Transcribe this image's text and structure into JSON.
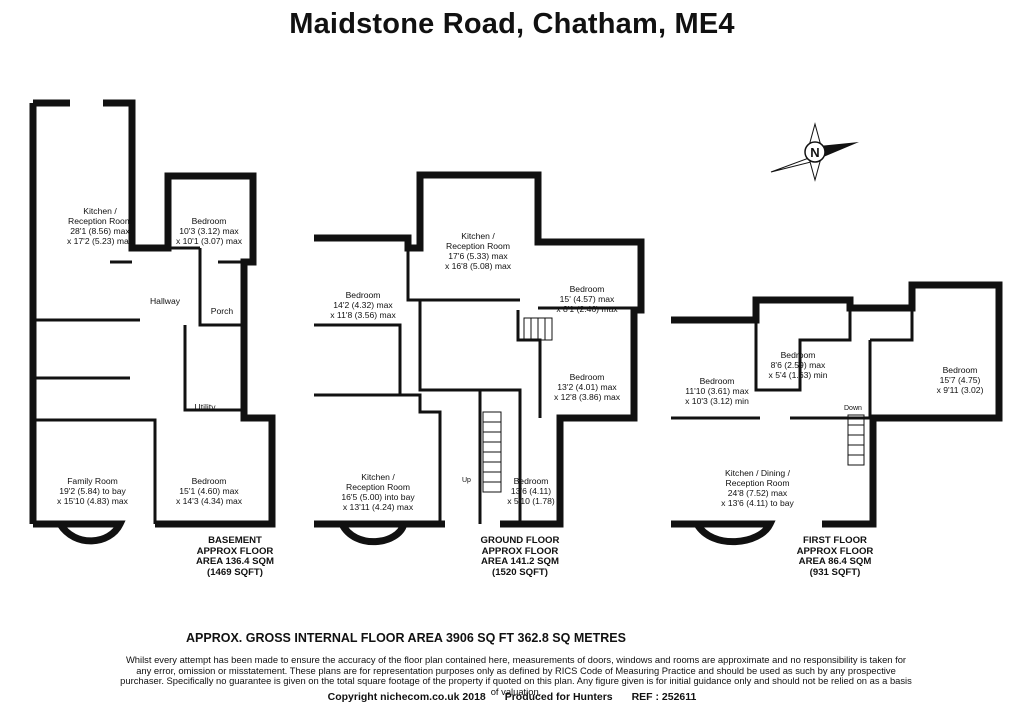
{
  "title": "Maidstone Road, Chatham, ME4",
  "compass": {
    "letter": "N"
  },
  "floors": [
    {
      "id": "basement",
      "label": [
        "BASEMENT",
        "APPROX FLOOR",
        "AREA 136.4 SQM",
        "(1469 SQFT)"
      ],
      "rooms": [
        {
          "name": "Kitchen /\nReception Room",
          "size": "28'1 (8.56) max\nx 17'2 (5.23) max"
        },
        {
          "name": "Bedroom",
          "size": "10'3 (3.12) max\nx 10'1 (3.07) max"
        },
        {
          "name": "Hallway",
          "size": ""
        },
        {
          "name": "Porch",
          "size": ""
        },
        {
          "name": "Utility",
          "size": ""
        },
        {
          "name": "Family Room",
          "size": "19'2 (5.84) to bay\nx 15'10 (4.83) max"
        },
        {
          "name": "Bedroom",
          "size": "15'1 (4.60) max\nx 14'3 (4.34) max"
        }
      ]
    },
    {
      "id": "ground",
      "label": [
        "GROUND FLOOR",
        "APPROX FLOOR",
        "AREA 141.2 SQM",
        "(1520 SQFT)"
      ],
      "rooms": [
        {
          "name": "Kitchen /\nReception Room",
          "size": "17'6 (5.33) max\nx 16'8 (5.08) max"
        },
        {
          "name": "Bedroom",
          "size": "14'2 (4.32) max\nx 11'8 (3.56) max"
        },
        {
          "name": "Bedroom",
          "size": "15' (4.57) max\nx 8'1 (2.46) max"
        },
        {
          "name": "Bedroom",
          "size": "13'2 (4.01) max\nx 12'8 (3.86) max"
        },
        {
          "name": "Kitchen /\nReception Room",
          "size": "16'5 (5.00) into bay\nx 13'11 (4.24) max"
        },
        {
          "name": "Bedroom",
          "size": "13'6 (4.11)\nx 5'10 (1.78)"
        }
      ],
      "stairs_label": "Up"
    },
    {
      "id": "first",
      "label": [
        "FIRST FLOOR",
        "APPROX FLOOR",
        "AREA 86.4 SQM",
        "(931 SQFT)"
      ],
      "rooms": [
        {
          "name": "Bedroom",
          "size": "8'6 (2.59) max\nx 5'4 (1.63) min"
        },
        {
          "name": "Bedroom",
          "size": "15'7 (4.75)\nx 9'11 (3.02)"
        },
        {
          "name": "Bedroom",
          "size": "11'10 (3.61) max\nx 10'3 (3.12) min"
        },
        {
          "name": "Kitchen / Dining /\nReception Room",
          "size": "24'8 (7.52) max\nx 13'6 (4.11) to bay"
        }
      ],
      "stairs_label": "Down"
    }
  ],
  "gross_area": "APPROX. GROSS INTERNAL FLOOR AREA 3906 SQ FT 362.8 SQ METRES",
  "disclaimer": "Whilst every attempt has been made to ensure the accuracy of the floor plan contained here, measurements of doors, windows and rooms are approximate and no responsibility is taken for any error, omission or misstatement. These plans are for representation purposes only as defined by RICS Code of Measuring Practice and should be used as such by any prospective purchaser. Specifically no guarantee is given on the total square footage of the property if quoted on this plan. Any figure given is for initial guidance only and should not be relied on as a basis of valuation.",
  "footer": {
    "copyright": "Copyright nichecom.co.uk 2018",
    "produced": "Produced for Hunters",
    "ref": "REF : 252611"
  }
}
